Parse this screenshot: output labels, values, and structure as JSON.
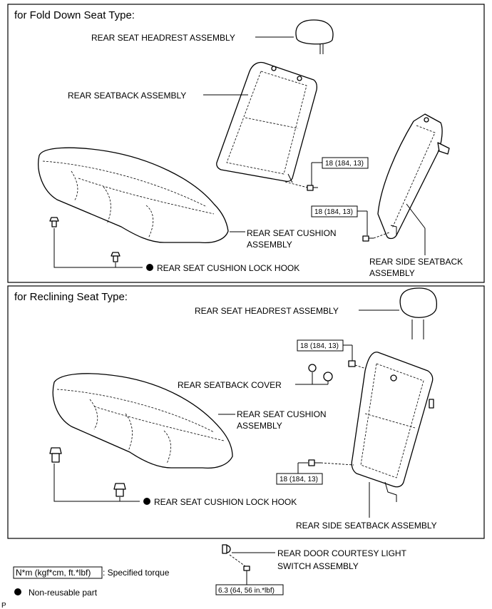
{
  "panels": {
    "fold_down": {
      "title": "for Fold Down Seat Type:",
      "headrest": "REAR SEAT HEADREST ASSEMBLY",
      "seatback": "REAR SEATBACK ASSEMBLY",
      "torque_1": "18 (184, 13)",
      "torque_2": "18 (184, 13)",
      "cushion_line1": "REAR SEAT CUSHION",
      "cushion_line2": "ASSEMBLY",
      "side_seatback_line1": "REAR SIDE SEATBACK",
      "side_seatback_line2": "ASSEMBLY",
      "lock_hook": "REAR SEAT CUSHION LOCK HOOK"
    },
    "reclining": {
      "title": "for Reclining Seat Type:",
      "headrest": "REAR SEAT HEADREST ASSEMBLY",
      "torque_1": "18 (184, 13)",
      "torque_2": "18 (184, 13)",
      "seatback_cover": "REAR SEATBACK COVER",
      "cushion_line1": "REAR SEAT CUSHION",
      "cushion_line2": "ASSEMBLY",
      "lock_hook": "REAR SEAT CUSHION LOCK HOOK",
      "side_seatback": "REAR SIDE SEATBACK ASSEMBLY"
    }
  },
  "footer": {
    "torque_unit": "N*m (kgf*cm, ft.*lbf)",
    "torque_desc": ": Specified torque",
    "non_reusable": "Non-reusable part",
    "courtesy_line1": "REAR DOOR COURTESY LIGHT",
    "courtesy_line2": "SWITCH ASSEMBLY",
    "courtesy_torque": "6.3 (64, 56 in.*lbf)",
    "corner_mark": "P"
  }
}
